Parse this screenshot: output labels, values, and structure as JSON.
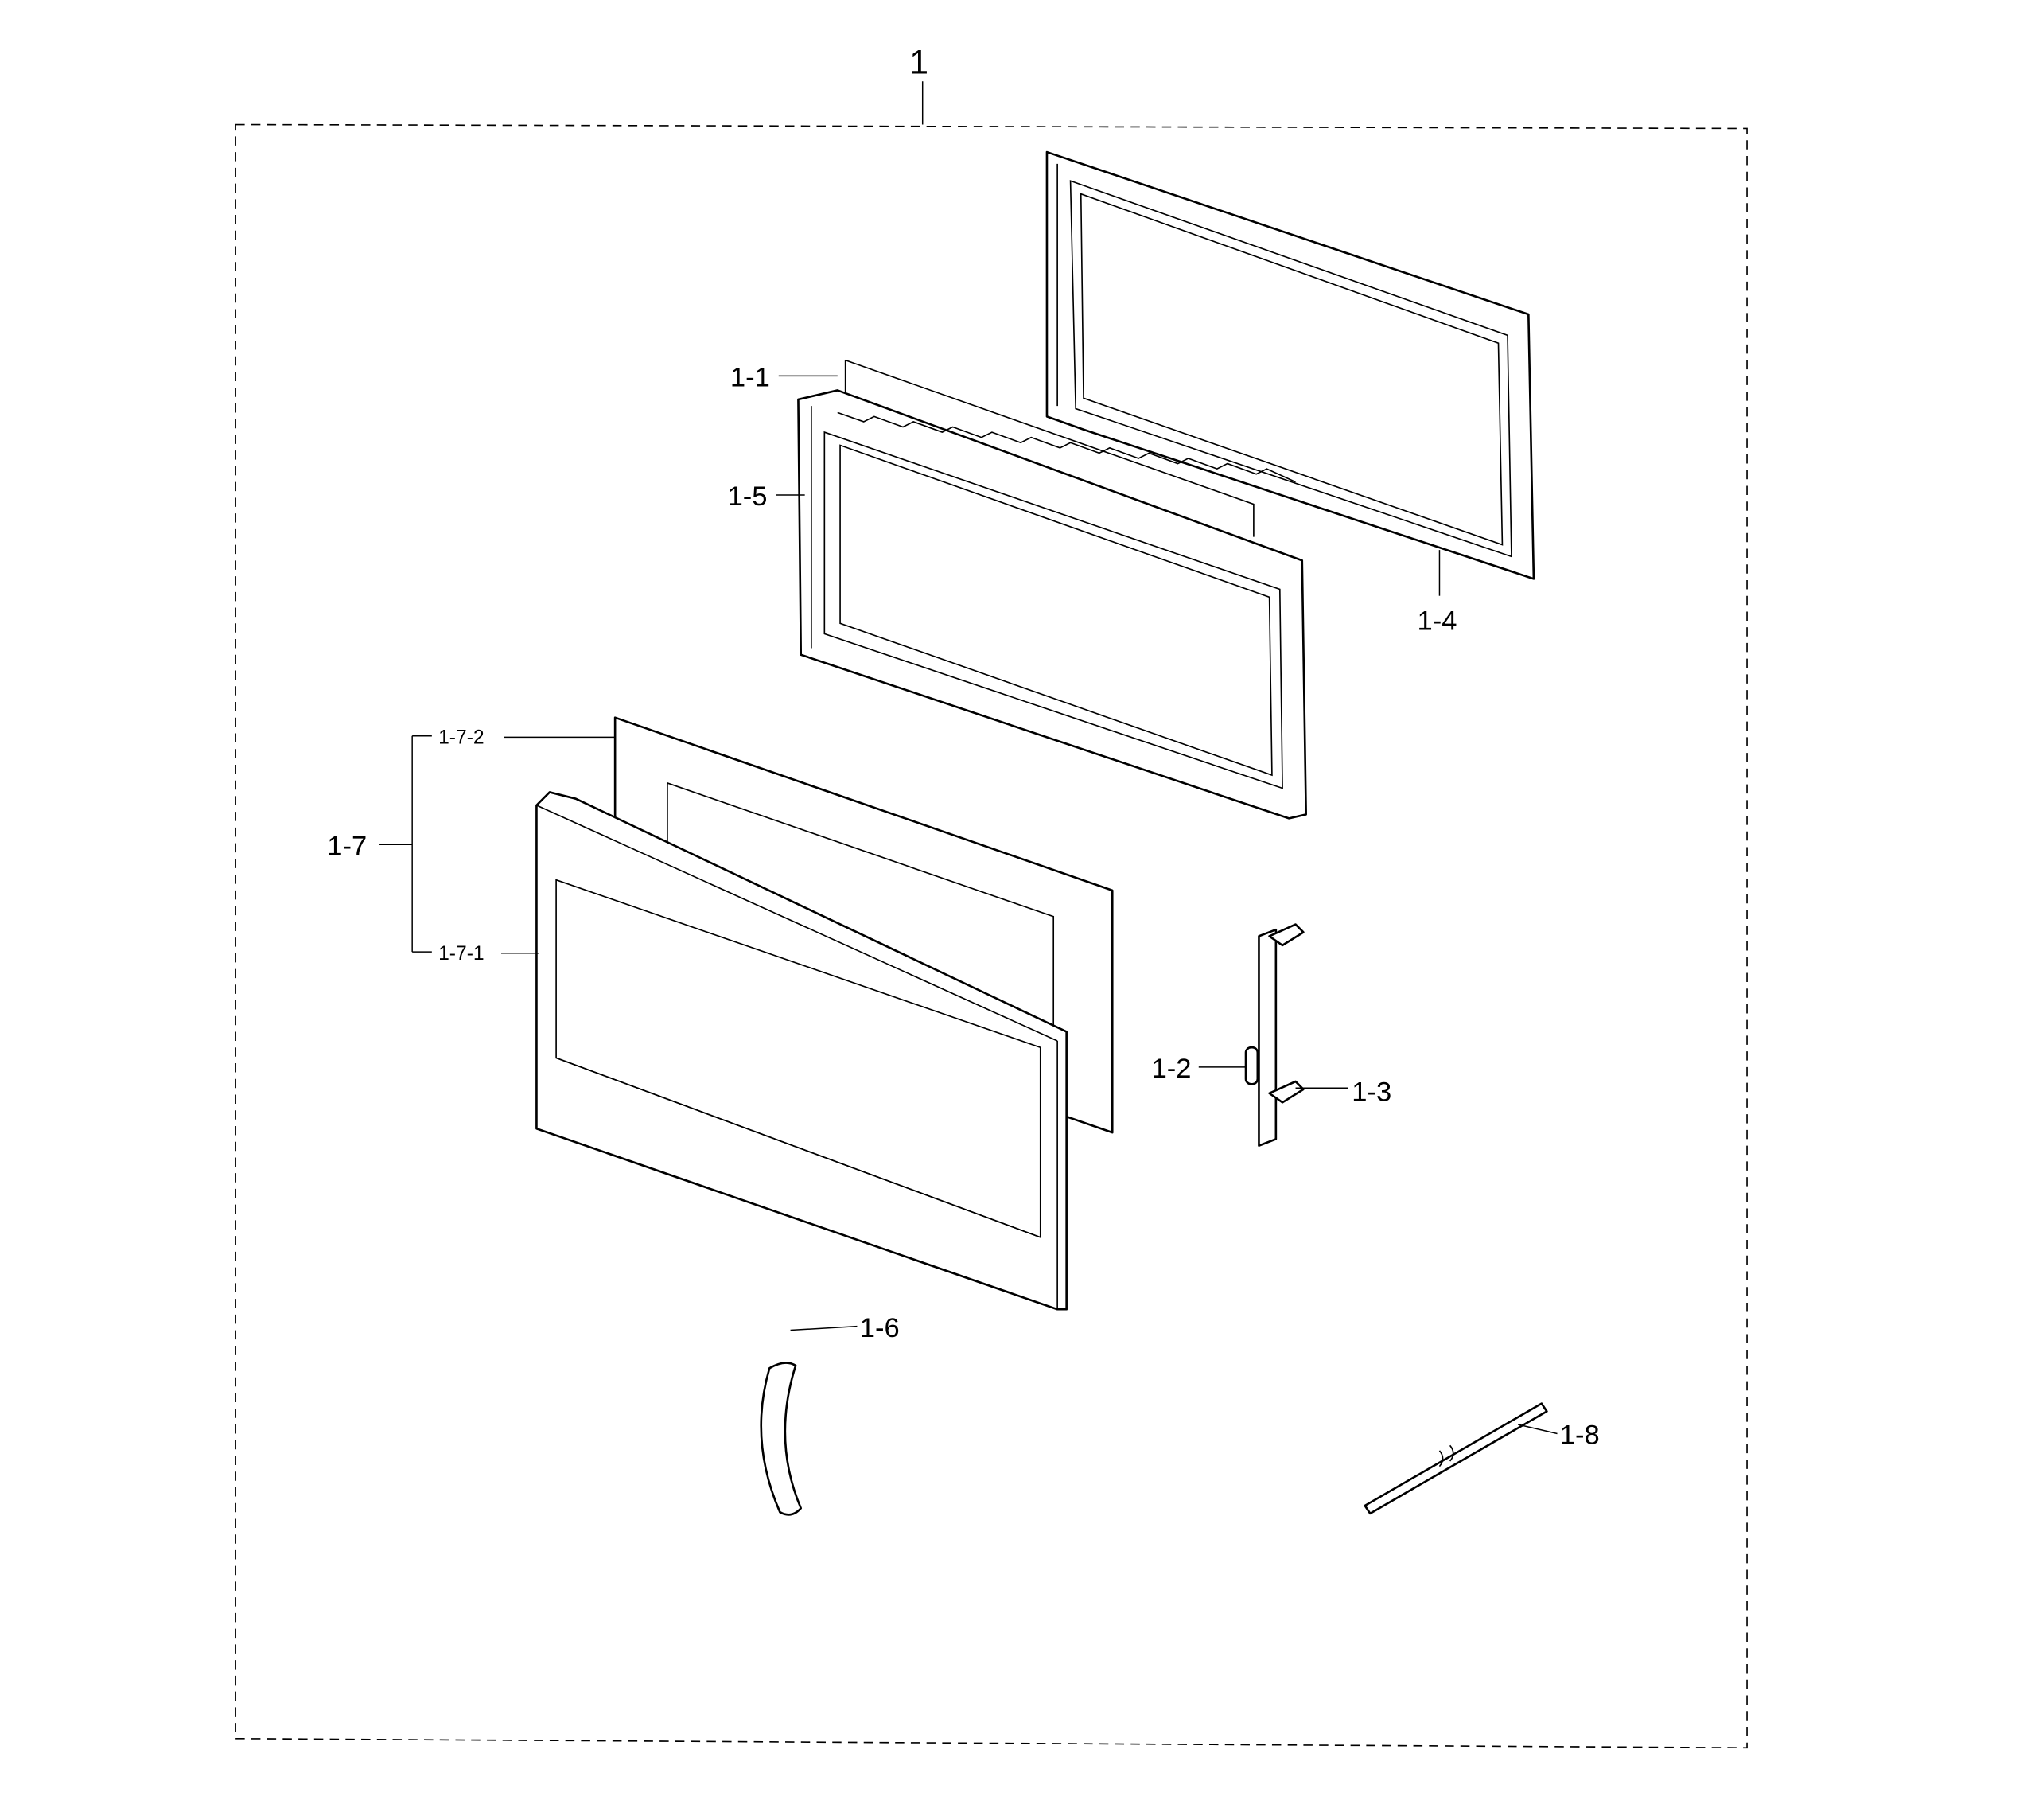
{
  "diagram": {
    "assembly_label": "1",
    "labels": {
      "p1_1": "1-1",
      "p1_2": "1-2",
      "p1_3": "1-3",
      "p1_4": "1-4",
      "p1_5": "1-5",
      "p1_6": "1-6",
      "p1_7": "1-7",
      "p1_7_1": "1-7-1",
      "p1_7_2": "1-7-2",
      "p1_8": "1-8"
    }
  }
}
